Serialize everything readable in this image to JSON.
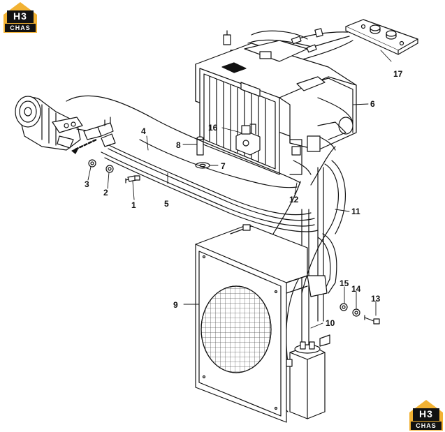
{
  "logo": {
    "top": "H3",
    "bottom": "CHAS",
    "accent": "#f2b233",
    "dark": "#111111"
  },
  "callouts": {
    "c1": "1",
    "c2": "2",
    "c3": "3",
    "c4": "4",
    "c5": "5",
    "c6": "6",
    "c7": "7",
    "c8": "8",
    "c9": "9",
    "c10": "10",
    "c11": "11",
    "c12": "12",
    "c13": "13",
    "c14": "14",
    "c15": "15",
    "c16": "16",
    "c17": "17"
  }
}
